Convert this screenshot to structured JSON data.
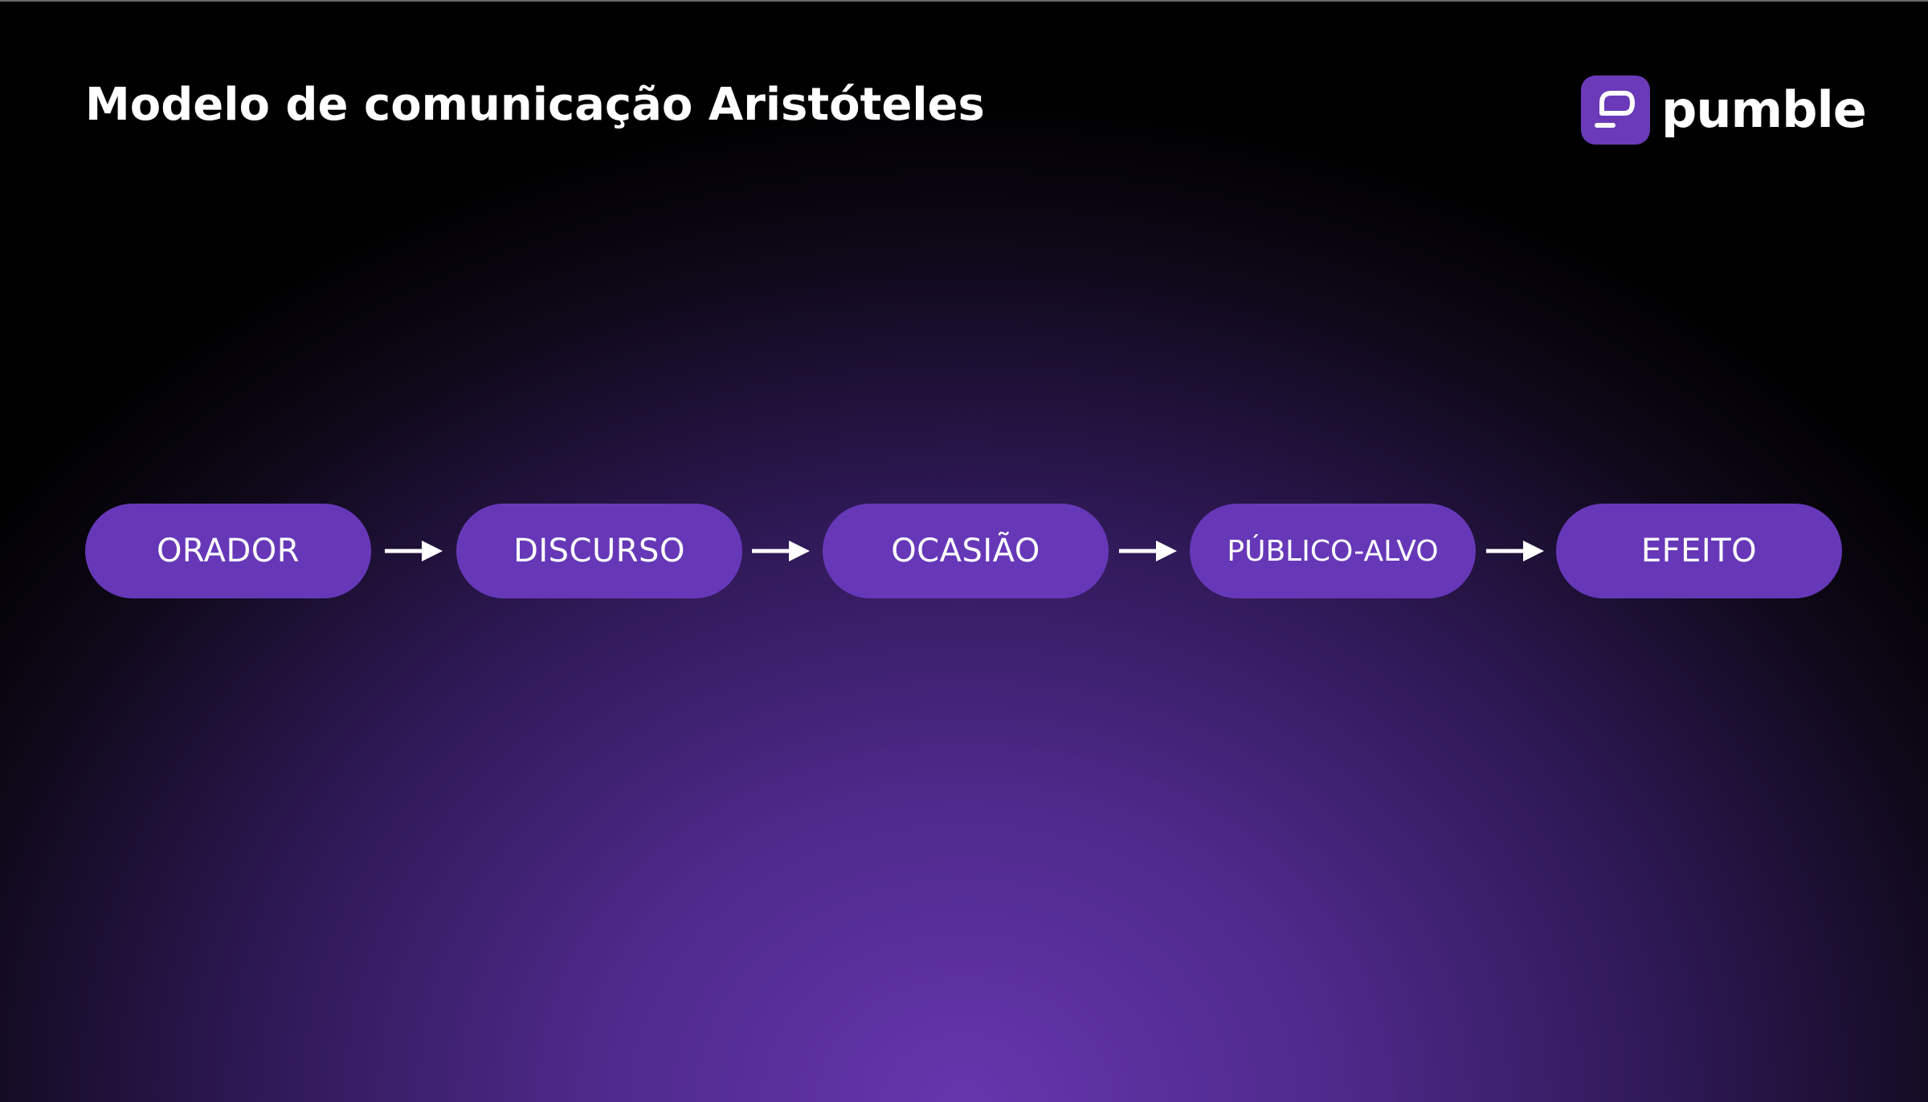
{
  "title": "Modelo de comunicação Aristóteles",
  "logo": {
    "text": "pumble",
    "icon": "pumble-logo-icon",
    "color": "#6a3ab8"
  },
  "flow": {
    "steps": [
      {
        "label": "ORADOR"
      },
      {
        "label": "DISCURSO"
      },
      {
        "label": "OCASIÃO"
      },
      {
        "label": "PÚBLICO-ALVO"
      },
      {
        "label": "EFEITO"
      }
    ],
    "pill_color": "#6638b8",
    "arrow_icon": "arrow-right-icon"
  },
  "colors": {
    "background_top": "#000000",
    "background_bottom": "#6536ad",
    "text": "#ffffff"
  }
}
